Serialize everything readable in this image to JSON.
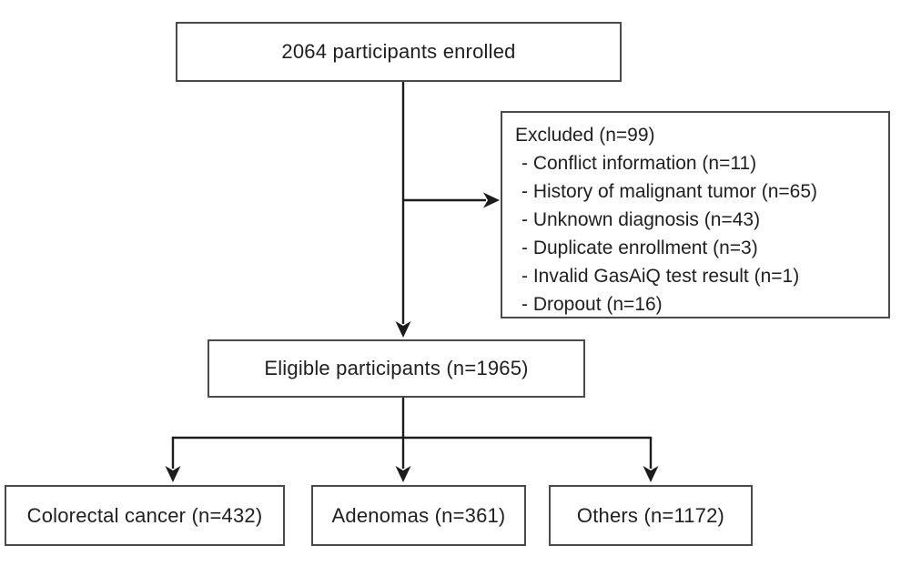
{
  "diagram": {
    "type": "flowchart",
    "nodes": {
      "enrolled": {
        "label": "2064 participants enrolled"
      },
      "excluded": {
        "title": "Excluded (n=99)",
        "items": [
          "- Conflict information (n=11)",
          "- History of malignant tumor (n=65)",
          "- Unknown diagnosis (n=43)",
          "- Duplicate enrollment (n=3)",
          "- Invalid GasAiQ test result (n=1)",
          "- Dropout (n=16)"
        ]
      },
      "eligible": {
        "label": "Eligible participants (n=1965)"
      },
      "colorectal": {
        "label": "Colorectal cancer (n=432)"
      },
      "adenomas": {
        "label": "Adenomas (n=361)"
      },
      "others": {
        "label": "Others (n=1172)"
      }
    },
    "edges": [
      {
        "from": "enrolled",
        "to": "eligible"
      },
      {
        "from": "enrolled",
        "to": "excluded"
      },
      {
        "from": "eligible",
        "to": "colorectal"
      },
      {
        "from": "eligible",
        "to": "adenomas"
      },
      {
        "from": "eligible",
        "to": "others"
      }
    ],
    "colors": {
      "background": "#ffffff",
      "box_border": "#4a4a4a",
      "line": "#1c1c1c",
      "text": "#1f1f1f"
    }
  }
}
